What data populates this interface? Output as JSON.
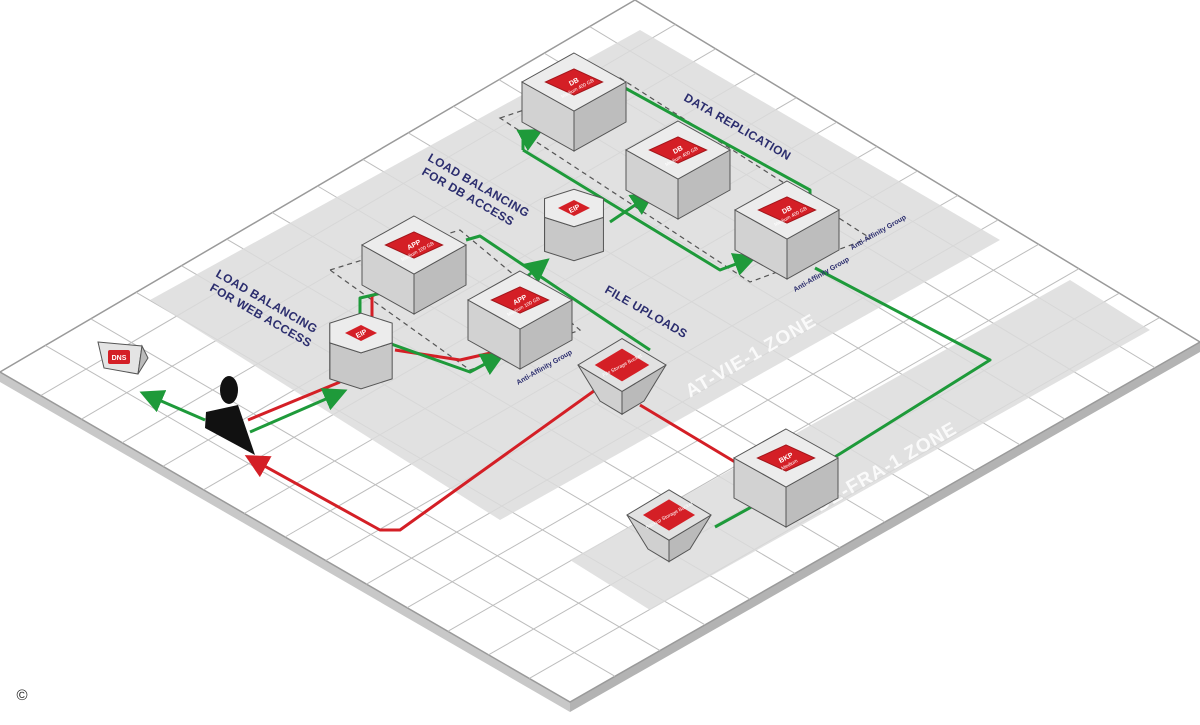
{
  "labels": {
    "lb_db": [
      "LOAD BALANCING",
      "FOR DB ACCESS"
    ],
    "lb_web": [
      "LOAD BALANCING",
      "FOR WEB ACCESS"
    ],
    "data_replication": "DATA REPLICATION",
    "file_uploads": "FILE UPLOADS",
    "zone_1": "AT-VIE-1 ZONE",
    "zone_2": "DE-FRA-1 ZONE",
    "anti_affinity_1": "Anti-Affinity Group",
    "anti_affinity_2": "Anti-Affinity Group",
    "anti_affinity_3": "Anti-Affinity Group"
  },
  "nodes": {
    "db1": {
      "kind": "DB",
      "sub": "Medium 400 GB"
    },
    "db2": {
      "kind": "DB",
      "sub": "Medium 400 GB"
    },
    "db3": {
      "kind": "DB",
      "sub": "Medium 400 GB"
    },
    "app1": {
      "kind": "APP",
      "sub": "Medium 100 GB"
    },
    "app2": {
      "kind": "APP",
      "sub": "Medium 100 GB"
    },
    "eip_db": {
      "kind": "EIP"
    },
    "eip_web": {
      "kind": "EIP"
    },
    "dns": {
      "kind": "DNS"
    },
    "file_bucket": {
      "kind": "File Storage Bucket"
    },
    "backup_bucket": {
      "kind": "Backup Storage Bucket"
    },
    "bkp": {
      "kind": "BKP",
      "sub": "Medium"
    }
  },
  "copyright": "©",
  "colors": {
    "green": "#1e9a3a",
    "red": "#d41f26",
    "navy": "#2b2d6e",
    "zone_gray": "#dcdcdc",
    "box": "#e6e6e6"
  }
}
